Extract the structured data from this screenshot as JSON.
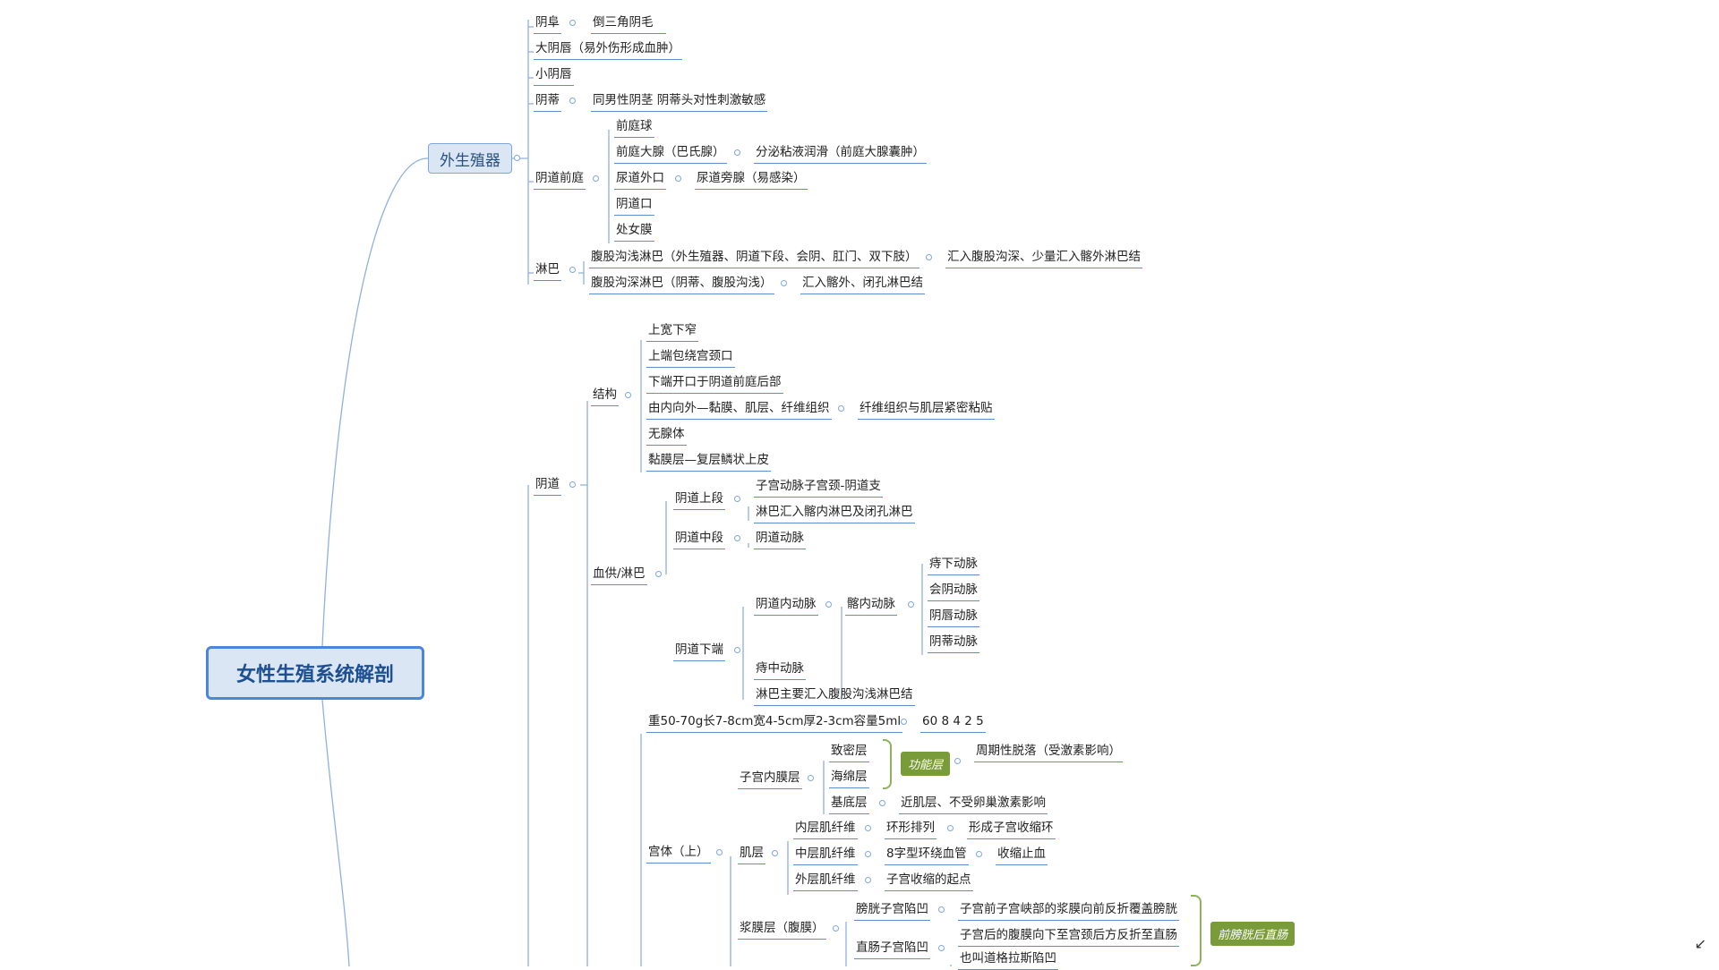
{
  "root_label": "女性生殖系统解剖",
  "waishengzhiqi": {
    "label": "外生殖器",
    "yinfu": "阴阜",
    "yinfu_detail": "倒三角阴毛",
    "dayinchun": "大阴唇（易外伤形成血肿）",
    "xiaoyinchun": "小阴唇",
    "yindi": "阴蒂",
    "yindi_detail": "同男性阴茎 阴蒂头对性刺激敏感",
    "yindaoqianting": "阴道前庭",
    "qiantingqiu": "前庭球",
    "qiantingdaxian": "前庭大腺（巴氏腺）",
    "qiantingdaxian_detail": "分泌粘液润滑（前庭大腺囊肿）",
    "niaodaowaikou": "尿道外口",
    "niaodaowaikou_detail": "尿道旁腺（易感染）",
    "yindaokou": "阴道口",
    "chunvmo": "处女膜",
    "linba": "淋巴",
    "linba_qian": "腹股沟浅淋巴（外生殖器、阴道下段、会阴、肛门、双下肢）",
    "linba_qian_detail": "汇入腹股沟深、少量汇入髂外淋巴结",
    "linba_shen": "腹股沟深淋巴（阴蒂、腹股沟浅）",
    "linba_shen_detail": "汇入髂外、闭孔淋巴结"
  },
  "yindao": {
    "label": "阴道",
    "jiegou": "结构",
    "jiegou_items": [
      "上宽下窄",
      "上端包绕宫颈口",
      "下端开口于阴道前庭后部",
      "由内向外—黏膜、肌层、纤维组织",
      "无腺体",
      "黏膜层—复层鳞状上皮"
    ],
    "jiegou_detail": "纤维组织与肌层紧密粘贴",
    "xuegong": "血供/淋巴",
    "shangduan": "阴道上段",
    "shangduan_a": "子宫动脉子宫颈-阴道支",
    "shangduan_b": "淋巴汇入髂内淋巴及闭孔淋巴",
    "zhongduan": "阴道中段",
    "zhongduan_a": "阴道动脉",
    "xiaduan": "阴道下端",
    "yindaoneidongmai": "阴道内动脉",
    "qianeidongmai": "髂内动脉",
    "qianei_items": [
      "痔下动脉",
      "会阴动脉",
      "阴唇动脉",
      "阴蒂动脉"
    ],
    "zhizhongdongmai": "痔中动脉",
    "xiaduan_linba": "淋巴主要汇入腹股沟浅淋巴结"
  },
  "zigong": {
    "weight": "重50-70g长7-8cm宽4-5cm厚2-3cm容量5ml",
    "weight_mnemonic": "60 8 4 2 5",
    "gongti": "宫体（上）",
    "neimo": "子宫内膜层",
    "zhimiceng": "致密层",
    "haimianceng": "海绵层",
    "gongnengceng": "功能层",
    "gongnengceng_detail": "周期性脱落（受激素影响）",
    "jidiceng": "基底层",
    "jidiceng_detail": "近肌层、不受卵巢激素影响",
    "jiceng": "肌层",
    "neiceng": "内层肌纤维",
    "neiceng_a": "环形排列",
    "neiceng_b": "形成子宫收缩环",
    "zhongceng": "中层肌纤维",
    "zhongceng_a": "8字型环绕血管",
    "zhongceng_b": "收缩止血",
    "waiceng": "外层肌纤维",
    "waiceng_a": "子宫收缩的起点",
    "jiangmo": "浆膜层（腹膜）",
    "pangguang": "膀胱子宫陷凹",
    "pangguang_detail": "子宫前子宫峡部的浆膜向前反折覆盖膀胱",
    "zhichang": "直肠子宫陷凹",
    "zhichang_detail": "子宫后的腹膜向下至宫颈后方反折至直肠",
    "zhichang_alias": "也叫道格拉斯陷凹",
    "qianpangguang_tag": "前膀胱后直肠"
  },
  "colors": {
    "line": "#5d8fd0",
    "root_border": "#4a86d9",
    "tag": "#7a9b3a"
  }
}
